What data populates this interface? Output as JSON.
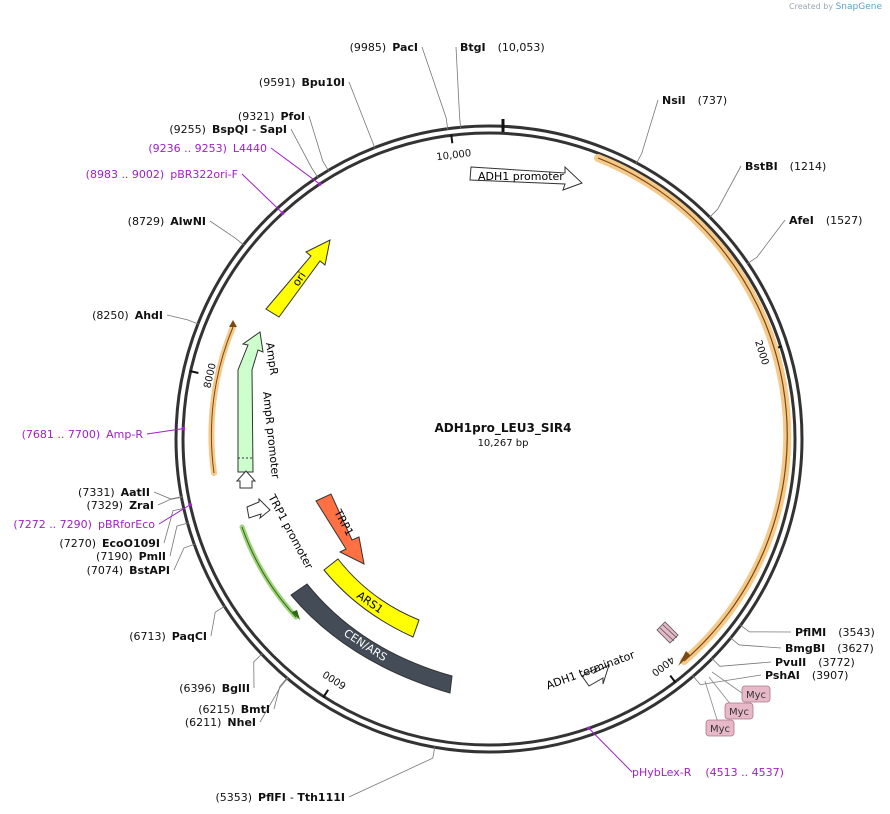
{
  "credit": {
    "created_by": "Created by",
    "brand": "SnapGene"
  },
  "plasmid": {
    "name": "ADH1pro_LEU3_SIR4",
    "length_label": "10,267 bp",
    "length": 10267
  },
  "ticks": [
    {
      "pos": 2000,
      "label": "2000"
    },
    {
      "pos": 4000,
      "label": "4000"
    },
    {
      "pos": 6000,
      "label": "6000"
    },
    {
      "pos": 8000,
      "label": "8000"
    },
    {
      "pos": 10000,
      "label": "10,000"
    }
  ],
  "sites": [
    {
      "name": "PacI",
      "pos": 9985,
      "pos_label": "(9985)",
      "side": "left"
    },
    {
      "name": "BtgI",
      "pos": 10053,
      "pos_label": "(10,053)",
      "side": "right"
    },
    {
      "name": "NsiI",
      "pos": 737,
      "pos_label": "(737)",
      "side": "right"
    },
    {
      "name": "BstBI",
      "pos": 1214,
      "pos_label": "(1214)",
      "side": "right"
    },
    {
      "name": "AfeI",
      "pos": 1527,
      "pos_label": "(1527)",
      "side": "right"
    },
    {
      "name": "PflMI",
      "pos": 3543,
      "pos_label": "(3543)",
      "side": "right"
    },
    {
      "name": "BmgBI",
      "pos": 3627,
      "pos_label": "(3627)",
      "side": "right"
    },
    {
      "name": "PvuII",
      "pos": 3772,
      "pos_label": "(3772)",
      "side": "right"
    },
    {
      "name": "PshAI",
      "pos": 3907,
      "pos_label": "(3907)",
      "side": "right"
    },
    {
      "name": "PflFI - Tth111I",
      "pos": 5353,
      "pos_label": "(5353)",
      "side": "left"
    },
    {
      "name": "NheI",
      "pos": 6211,
      "pos_label": "(6211)",
      "side": "left"
    },
    {
      "name": "BmtI",
      "pos": 6215,
      "pos_label": "(6215)",
      "side": "left"
    },
    {
      "name": "BglII",
      "pos": 6396,
      "pos_label": "(6396)",
      "side": "left"
    },
    {
      "name": "PaqCI",
      "pos": 6713,
      "pos_label": "(6713)",
      "side": "left"
    },
    {
      "name": "BstAPI",
      "pos": 7074,
      "pos_label": "(7074)",
      "side": "left"
    },
    {
      "name": "PmlI",
      "pos": 7190,
      "pos_label": "(7190)",
      "side": "left"
    },
    {
      "name": "EcoO109I",
      "pos": 7270,
      "pos_label": "(7270)",
      "side": "left"
    },
    {
      "name": "ZraI",
      "pos": 7329,
      "pos_label": "(7329)",
      "side": "left"
    },
    {
      "name": "AatII",
      "pos": 7331,
      "pos_label": "(7331)",
      "side": "left"
    },
    {
      "name": "AhdI",
      "pos": 8250,
      "pos_label": "(8250)",
      "side": "left"
    },
    {
      "name": "AlwNI",
      "pos": 8729,
      "pos_label": "(8729)",
      "side": "left"
    },
    {
      "name": "BspQI - SapI",
      "pos": 9255,
      "pos_label": "(9255)",
      "side": "left"
    },
    {
      "name": "PfoI",
      "pos": 9321,
      "pos_label": "(9321)",
      "side": "left"
    },
    {
      "name": "Bpu10I",
      "pos": 9591,
      "pos_label": "(9591)",
      "side": "left"
    }
  ],
  "primers": [
    {
      "name": "L4440",
      "range": "(9236 .. 9253)",
      "pos": 9244
    },
    {
      "name": "pBR322ori-F",
      "range": "(8983 .. 9002)",
      "pos": 8992
    },
    {
      "name": "Amp-R",
      "range": "(7681 .. 7700)",
      "pos": 7690
    },
    {
      "name": "pBRforEco",
      "range": "(7272 .. 7290)",
      "pos": 7281
    },
    {
      "name": "pHybLex-R",
      "range": "(4513 .. 4537)",
      "pos": 4525
    }
  ],
  "features": [
    {
      "name": "ADH1 promoter",
      "color": "#ffffff"
    },
    {
      "name": "ADH1 terminator",
      "color": "#ffffff"
    },
    {
      "name": "ori",
      "color": "#ffff00"
    },
    {
      "name": "AmpR",
      "color": "#ccffcc"
    },
    {
      "name": "AmpR promoter",
      "color": "#ffffff"
    },
    {
      "name": "TRP1 promoter",
      "color": "#ffffff"
    },
    {
      "name": "TRP1",
      "color": "#ff7043"
    },
    {
      "name": "ARS1",
      "color": "#ffff00"
    },
    {
      "name": "CEN/ARS",
      "color": "#434c57"
    },
    {
      "name": "Myc",
      "color": "#e6b8c8"
    },
    {
      "name": "Myc",
      "color": "#e6b8c8"
    },
    {
      "name": "Myc",
      "color": "#e6b8c8"
    }
  ]
}
